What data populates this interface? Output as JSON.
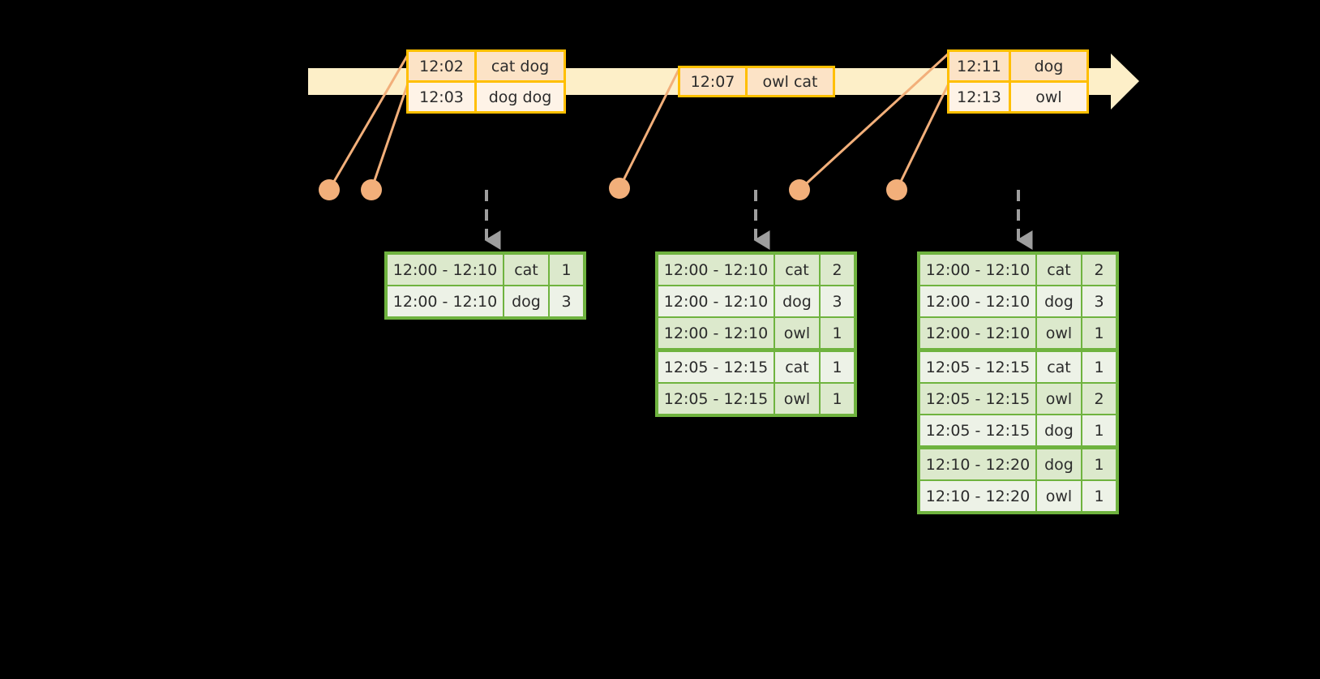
{
  "timeline": {
    "label": "event-stream-timeline",
    "bar_color": "#FDEFC8",
    "border_color": "#FFBF00",
    "event_groups": [
      {
        "name": "group-1",
        "events": [
          {
            "time": "12:02",
            "words": "cat dog"
          },
          {
            "time": "12:03",
            "words": "dog dog"
          }
        ]
      },
      {
        "name": "group-2",
        "events": [
          {
            "time": "12:07",
            "words": "owl cat"
          }
        ]
      },
      {
        "name": "group-3",
        "events": [
          {
            "time": "12:11",
            "words": "dog"
          },
          {
            "time": "12:13",
            "words": "owl"
          }
        ]
      }
    ]
  },
  "connectors": {
    "dot_color": "#F2AF7A",
    "line_color": "#F2AF7A",
    "dots": [
      {
        "name": "dot-12-02"
      },
      {
        "name": "dot-12-03"
      },
      {
        "name": "dot-12-07"
      },
      {
        "name": "dot-12-11"
      },
      {
        "name": "dot-12-13"
      }
    ]
  },
  "result_tables": [
    {
      "name": "result-table-1",
      "accent": "#6FB33F",
      "rows": [
        {
          "window": "12:00 - 12:10",
          "key": "cat",
          "count": "1",
          "group": 0
        },
        {
          "window": "12:00 - 12:10",
          "key": "dog",
          "count": "3",
          "group": 0
        }
      ]
    },
    {
      "name": "result-table-2",
      "accent": "#6FB33F",
      "rows": [
        {
          "window": "12:00 - 12:10",
          "key": "cat",
          "count": "2",
          "group": 0
        },
        {
          "window": "12:00 - 12:10",
          "key": "dog",
          "count": "3",
          "group": 0
        },
        {
          "window": "12:00 - 12:10",
          "key": "owl",
          "count": "1",
          "group": 0
        },
        {
          "window": "12:05 - 12:15",
          "key": "cat",
          "count": "1",
          "group": 1
        },
        {
          "window": "12:05 - 12:15",
          "key": "owl",
          "count": "1",
          "group": 1
        }
      ]
    },
    {
      "name": "result-table-3",
      "accent": "#6FB33F",
      "rows": [
        {
          "window": "12:00 - 12:10",
          "key": "cat",
          "count": "2",
          "group": 0
        },
        {
          "window": "12:00 - 12:10",
          "key": "dog",
          "count": "3",
          "group": 0
        },
        {
          "window": "12:00 - 12:10",
          "key": "owl",
          "count": "1",
          "group": 0
        },
        {
          "window": "12:05 - 12:15",
          "key": "cat",
          "count": "1",
          "group": 1
        },
        {
          "window": "12:05 - 12:15",
          "key": "owl",
          "count": "2",
          "group": 1
        },
        {
          "window": "12:05 - 12:15",
          "key": "dog",
          "count": "1",
          "group": 1
        },
        {
          "window": "12:10 - 12:20",
          "key": "dog",
          "count": "1",
          "group": 2
        },
        {
          "window": "12:10 - 12:20",
          "key": "owl",
          "count": "1",
          "group": 2
        }
      ]
    }
  ]
}
